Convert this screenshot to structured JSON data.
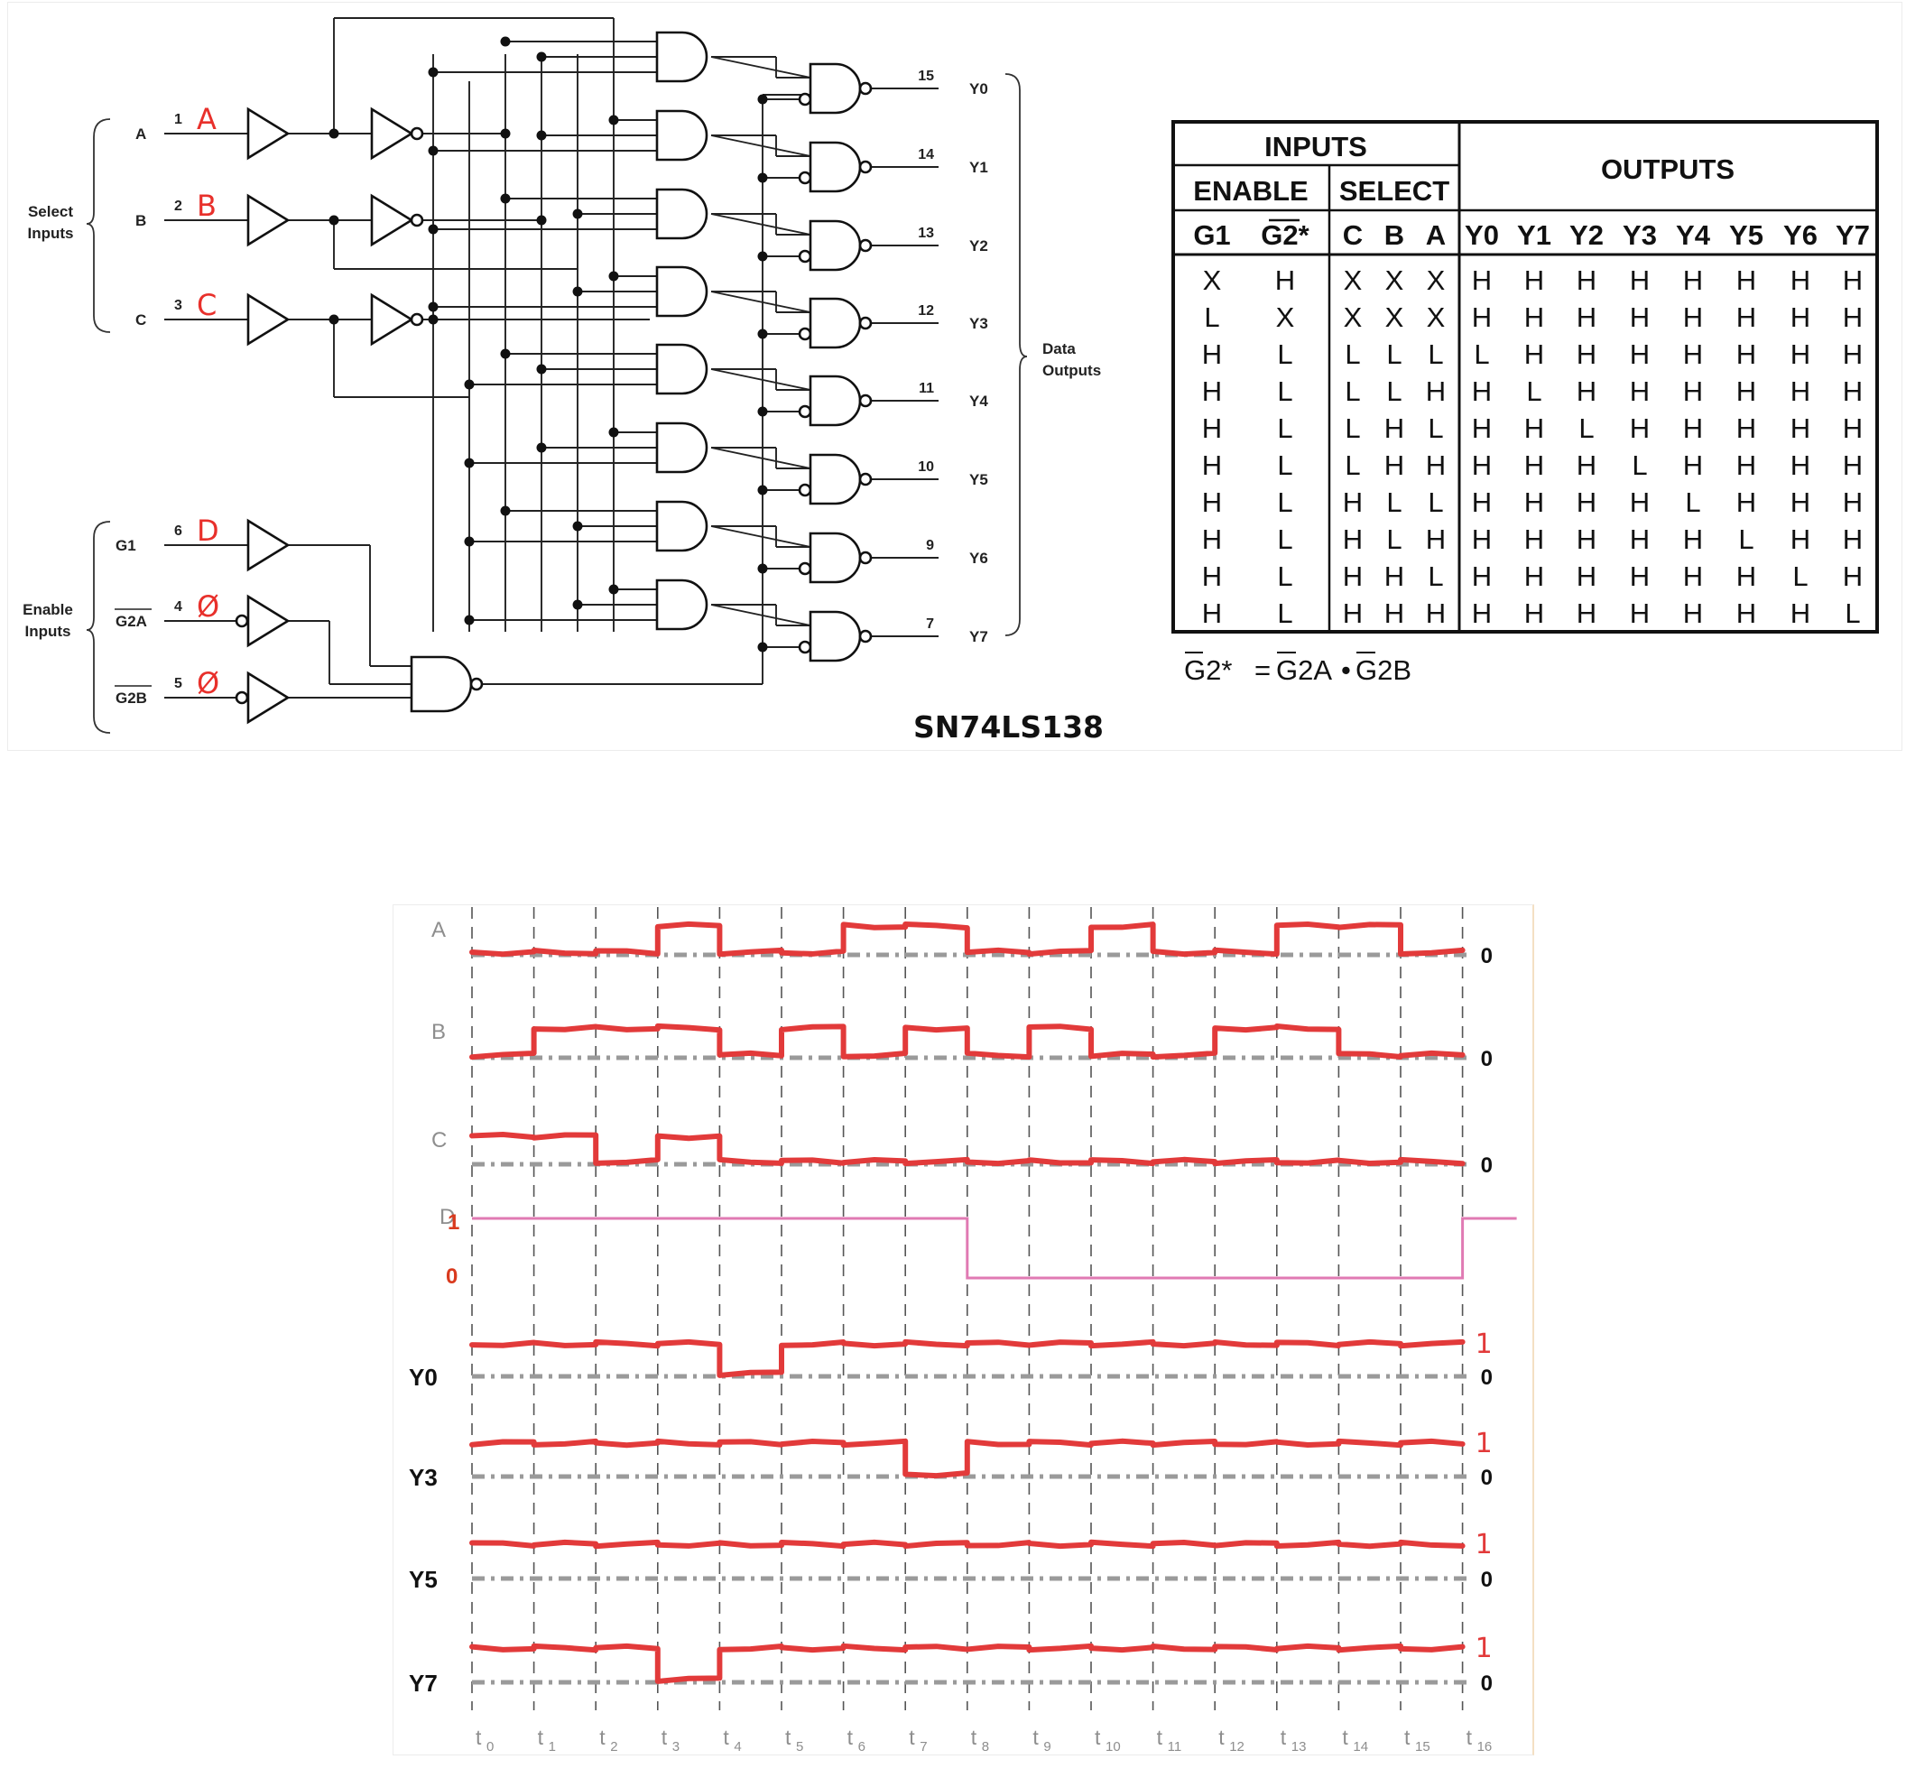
{
  "schematic": {
    "select_inputs_label": [
      "Select",
      "Inputs"
    ],
    "enable_inputs_label": [
      "Enable",
      "Inputs"
    ],
    "data_outputs_label": [
      "Data",
      "Outputs"
    ],
    "inputs": [
      {
        "name": "A",
        "pin": "1",
        "annotation": "A"
      },
      {
        "name": "B",
        "pin": "2",
        "annotation": "B"
      },
      {
        "name": "C",
        "pin": "3",
        "annotation": "C"
      },
      {
        "name": "G1",
        "pin": "6",
        "annotation": "D"
      },
      {
        "name": "G2A",
        "pin": "4",
        "annotation": "Ø"
      },
      {
        "name": "G2B",
        "pin": "5",
        "annotation": "Ø"
      }
    ],
    "outputs": [
      {
        "name": "Y0",
        "pin": "15"
      },
      {
        "name": "Y1",
        "pin": "14"
      },
      {
        "name": "Y2",
        "pin": "13"
      },
      {
        "name": "Y3",
        "pin": "12"
      },
      {
        "name": "Y4",
        "pin": "11"
      },
      {
        "name": "Y5",
        "pin": "10"
      },
      {
        "name": "Y6",
        "pin": "9"
      },
      {
        "name": "Y7",
        "pin": "7"
      }
    ],
    "part_number": "SN74LS138"
  },
  "truth_table": {
    "header_inputs": "INPUTS",
    "header_outputs": "OUTPUTS",
    "header_enable": "ENABLE",
    "header_select": "SELECT",
    "columns": [
      "G1",
      "G2*",
      "C",
      "B",
      "A",
      "Y0",
      "Y1",
      "Y2",
      "Y3",
      "Y4",
      "Y5",
      "Y6",
      "Y7"
    ],
    "rows": [
      [
        "X",
        "H",
        "X",
        "X",
        "X",
        "H",
        "H",
        "H",
        "H",
        "H",
        "H",
        "H",
        "H"
      ],
      [
        "L",
        "X",
        "X",
        "X",
        "X",
        "H",
        "H",
        "H",
        "H",
        "H",
        "H",
        "H",
        "H"
      ],
      [
        "H",
        "L",
        "L",
        "L",
        "L",
        "L",
        "H",
        "H",
        "H",
        "H",
        "H",
        "H",
        "H"
      ],
      [
        "H",
        "L",
        "L",
        "L",
        "H",
        "H",
        "L",
        "H",
        "H",
        "H",
        "H",
        "H",
        "H"
      ],
      [
        "H",
        "L",
        "L",
        "H",
        "L",
        "H",
        "H",
        "L",
        "H",
        "H",
        "H",
        "H",
        "H"
      ],
      [
        "H",
        "L",
        "L",
        "H",
        "H",
        "H",
        "H",
        "H",
        "L",
        "H",
        "H",
        "H",
        "H"
      ],
      [
        "H",
        "L",
        "H",
        "L",
        "L",
        "H",
        "H",
        "H",
        "H",
        "L",
        "H",
        "H",
        "H"
      ],
      [
        "H",
        "L",
        "H",
        "L",
        "H",
        "H",
        "H",
        "H",
        "H",
        "H",
        "L",
        "H",
        "H"
      ],
      [
        "H",
        "L",
        "H",
        "H",
        "L",
        "H",
        "H",
        "H",
        "H",
        "H",
        "H",
        "L",
        "H"
      ],
      [
        "H",
        "L",
        "H",
        "H",
        "H",
        "H",
        "H",
        "H",
        "H",
        "H",
        "H",
        "H",
        "L"
      ]
    ],
    "footnote": {
      "lhs": "G2*",
      "rhs_a": "G2A",
      "rhs_b": "G2B"
    }
  },
  "timing": {
    "ticks": [
      "0",
      "1",
      "2",
      "3",
      "4",
      "5",
      "6",
      "7",
      "8",
      "9",
      "10",
      "11",
      "12",
      "13",
      "14",
      "15",
      "16"
    ],
    "zero_label": "0",
    "one_hand": "1",
    "d_high_label": "1",
    "d_low_label": "0",
    "signals": [
      {
        "name": "A",
        "kind": "input",
        "levels": [
          0,
          0,
          0,
          1,
          0,
          0,
          1,
          1,
          0,
          0,
          1,
          0,
          0,
          1,
          1,
          0
        ]
      },
      {
        "name": "B",
        "kind": "input",
        "levels": [
          0,
          1,
          1,
          1,
          0,
          1,
          0,
          1,
          0,
          1,
          0,
          0,
          1,
          1,
          0,
          0
        ]
      },
      {
        "name": "C",
        "kind": "input",
        "levels": [
          1,
          1,
          0,
          1,
          0,
          0,
          0,
          0,
          0,
          0,
          0,
          0,
          0,
          0,
          0,
          0
        ]
      },
      {
        "name": "D",
        "kind": "enable",
        "levels": [
          1,
          1,
          1,
          1,
          1,
          1,
          1,
          1,
          0,
          0,
          0,
          0,
          0,
          0,
          0,
          0
        ]
      },
      {
        "name": "Y0",
        "kind": "output",
        "levels": [
          1,
          1,
          1,
          1,
          0,
          1,
          1,
          1,
          1,
          1,
          1,
          1,
          1,
          1,
          1,
          1
        ]
      },
      {
        "name": "Y3",
        "kind": "output",
        "levels": [
          1,
          1,
          1,
          1,
          1,
          1,
          1,
          0,
          1,
          1,
          1,
          1,
          1,
          1,
          1,
          1
        ]
      },
      {
        "name": "Y5",
        "kind": "output",
        "levels": [
          1,
          1,
          1,
          1,
          1,
          1,
          1,
          1,
          1,
          1,
          1,
          1,
          1,
          1,
          1,
          1
        ]
      },
      {
        "name": "Y7",
        "kind": "output",
        "levels": [
          1,
          1,
          1,
          0,
          1,
          1,
          1,
          1,
          1,
          1,
          1,
          1,
          1,
          1,
          1,
          1
        ]
      }
    ]
  }
}
